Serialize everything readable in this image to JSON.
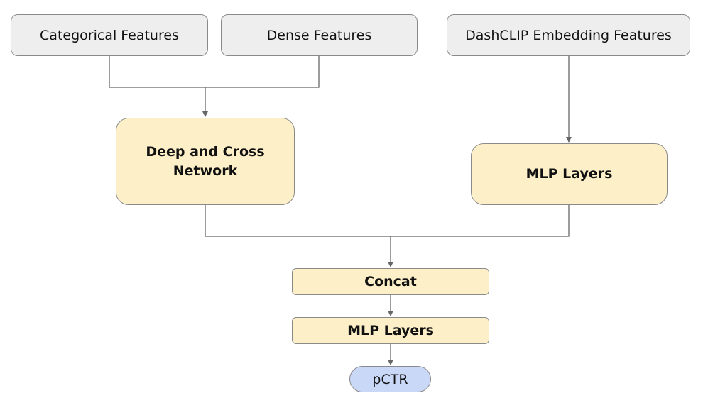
{
  "inputs": {
    "categorical": "Categorical Features",
    "dense": "Dense Features",
    "dashclip": "DashCLIP Embedding Features"
  },
  "blocks": {
    "dcn": "Deep and Cross\nNetwork",
    "mlp_side": "MLP Layers",
    "concat": "Concat",
    "mlp_top": "MLP Layers"
  },
  "output": {
    "label": "pCTR"
  },
  "colors": {
    "input_fill": "#eeeeee",
    "block_fill": "#fdf0c8",
    "output_fill": "#c9d8f7",
    "stroke": "#8a8a8a",
    "connector": "#666666"
  }
}
